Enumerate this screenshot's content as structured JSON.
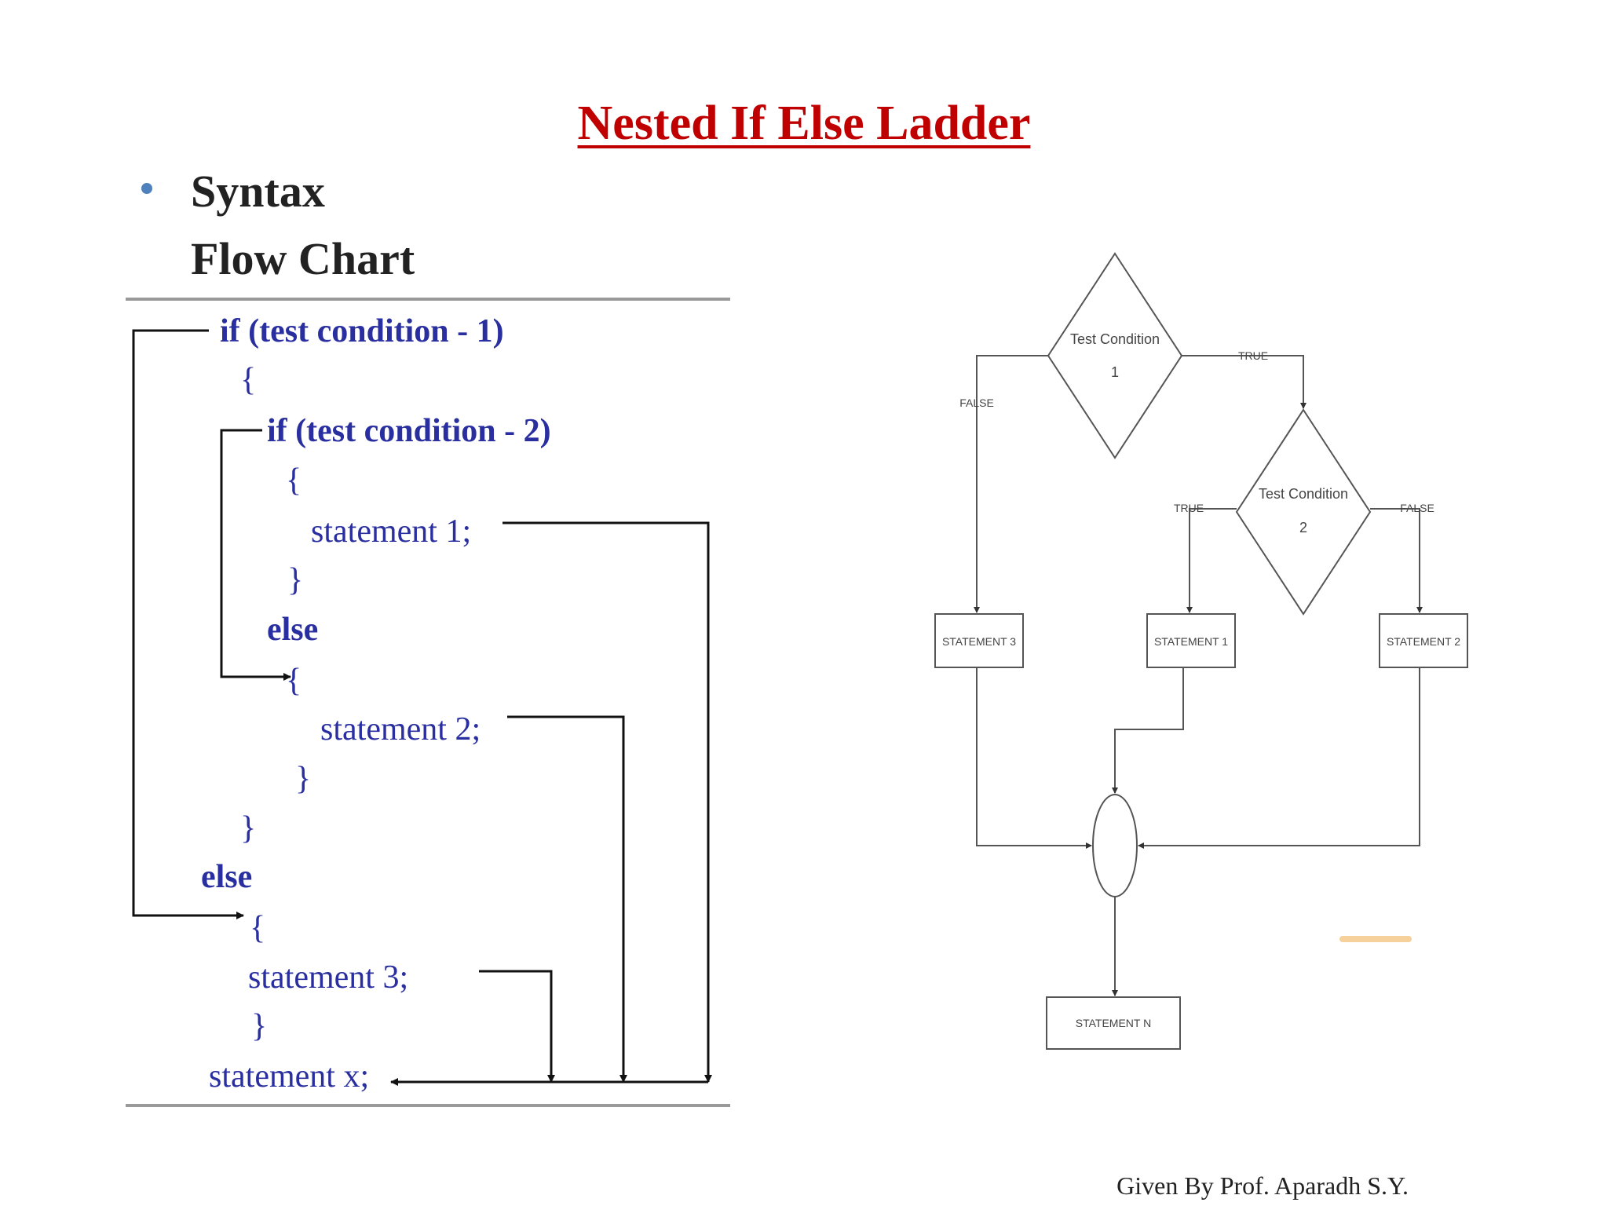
{
  "slide": {
    "title": " Nested If Else Ladder",
    "bullet_line_1": "Syntax",
    "bullet_line_2": "Flow Chart",
    "footer": "Given By Prof. Aparadh S.Y."
  },
  "syntax": {
    "lines": [
      "if (test condition - 1)",
      "{",
      "if (test condition - 2)",
      "{",
      "statement 1;",
      "}",
      "else",
      "{",
      "statement 2;",
      "}",
      "}",
      "else",
      "{",
      "statement 3;",
      "}",
      "statement x;"
    ]
  },
  "flowchart": {
    "condition_1": {
      "label": "Test Condition",
      "number": "1"
    },
    "condition_2": {
      "label": "Test Condition",
      "number": "2"
    },
    "edge_labels": {
      "c1_true": "TRUE",
      "c1_false": "FALSE",
      "c2_true": "TRUE",
      "c2_false": "FALSE"
    },
    "statements": {
      "s3": "STATEMENT 3",
      "s1": "STATEMENT 1",
      "s2": "STATEMENT 2",
      "sn": "STATEMENT N"
    }
  }
}
